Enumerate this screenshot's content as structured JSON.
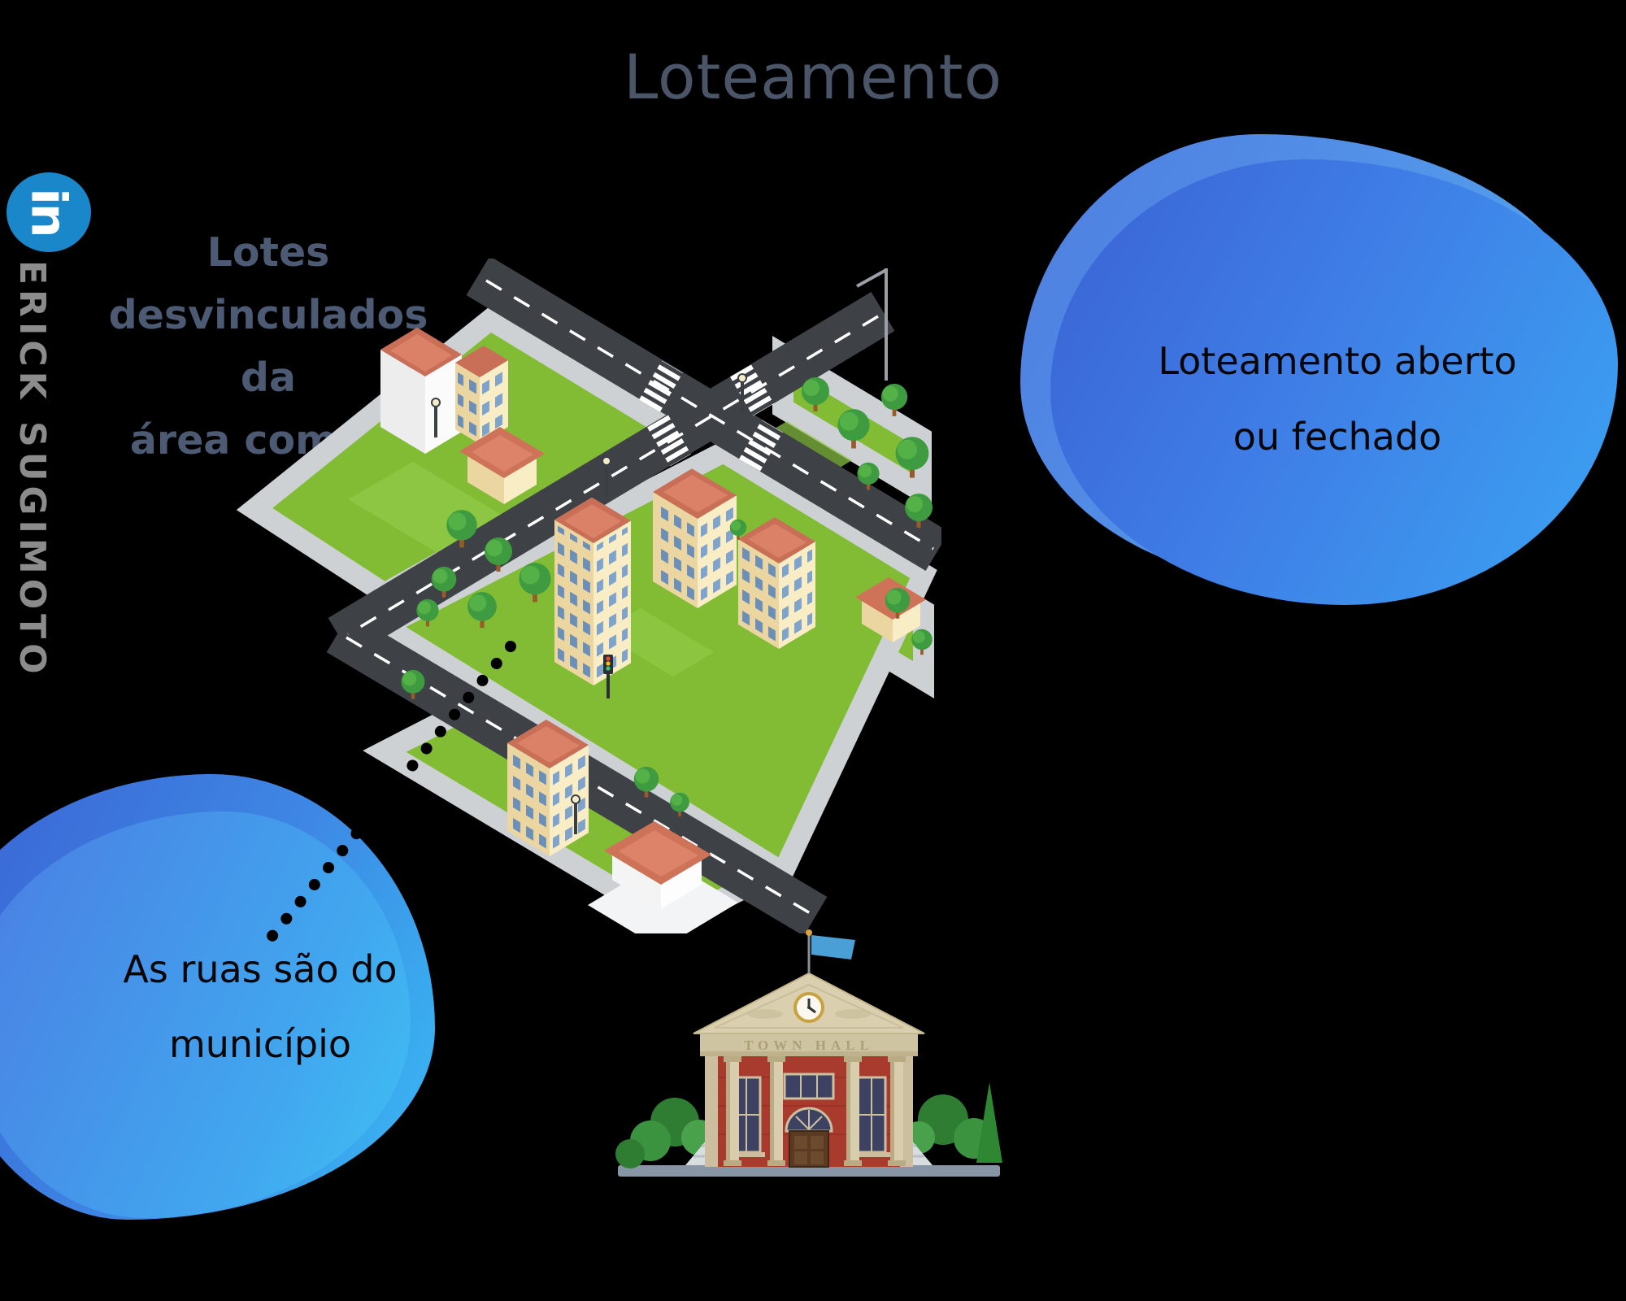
{
  "title": "Loteamento",
  "author": {
    "linkedin_label": "in",
    "name": "ERICK SUGIMOTO"
  },
  "annotations": {
    "top_left": {
      "lines": [
        "Lotes",
        "desvinculados da",
        "área comum"
      ]
    },
    "right_bubble": {
      "lines": [
        "Loteamento aberto",
        "ou fechado"
      ]
    },
    "bottom_left_bubble": {
      "lines": [
        "As ruas são do",
        "município"
      ]
    }
  },
  "town_hall": {
    "sign": "TOWN HALL"
  },
  "icons": {
    "linkedin_icon": "in-circle",
    "city_map": "isometric-city-block",
    "town_hall": "town-hall-building",
    "connector": "dotted-line"
  },
  "colors": {
    "background": "#000000",
    "title_text": "#4A5568",
    "callout_text": "#4C5B73",
    "author_text": "#8C8C8C",
    "linkedin_blue": "#1B87CB",
    "bubble_gradient_start": "#3A62D3",
    "bubble_gradient_end": "#3FA6F3",
    "bubble_text": "#060608",
    "grass": "#82BC35",
    "road": "#3E4247",
    "sidewalk": "#CDD1D4",
    "building_wall": "#F9EDC6",
    "roof": "#C96F57",
    "town_hall_brick": "#A93B2E",
    "town_hall_stone": "#CFC4A2",
    "flag": "#4AA0D6"
  }
}
